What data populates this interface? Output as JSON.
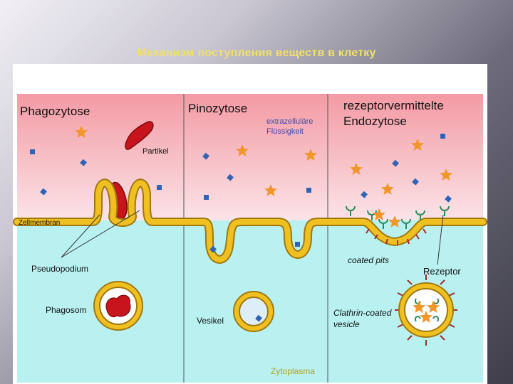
{
  "slide": {
    "title": "Механизм поступления веществ в клетку"
  },
  "diagram": {
    "panels": {
      "phagocytosis": {
        "title": "Phagozytose",
        "particle_label": "Partikel",
        "membrane_label": "Zellmembran",
        "pseudopod_label": "Pseudopodium",
        "phagosome_label": "Phagosom"
      },
      "pinocytosis": {
        "title": "Pinozytose",
        "fluid_label_line1": "extrazelluläre",
        "fluid_label_line2": "Flüssigkeit",
        "vesicle_label": "Vesikel",
        "cytoplasm_label": "Zytoplasma"
      },
      "receptor_endocytosis": {
        "title_line1": "rezeptorvermittelte",
        "title_line2": "Endozytose",
        "coated_pits_label": "coated pits",
        "receptor_label": "Rezeptor",
        "coated_vesicle_line1": "Clathrin-coated",
        "coated_vesicle_line2": "vesicle"
      }
    },
    "colors": {
      "extracellular_top": "#f49aa4",
      "extracellular_bottom": "#fbe9ec",
      "cytoplasm": "#b9f1f1",
      "membrane": "#f0c020",
      "membrane_edge": "#a07810",
      "particle": "#c8141c",
      "molecule_square": "#2f64b4",
      "molecule_star": "#f0962a",
      "receptor": "#2e8a5a",
      "clathrin": "#a02a2a",
      "title_text": "#f0e06a"
    }
  }
}
